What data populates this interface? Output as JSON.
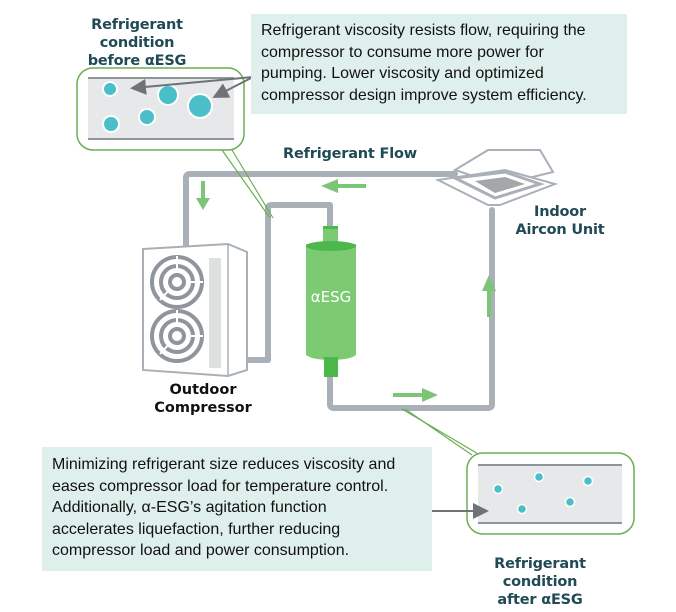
{
  "title_before": "Refrigerant condition before αESG",
  "title_before_lines": [
    "Refrigerant condition",
    "before αESG"
  ],
  "note_top_lines": [
    "Refrigerant viscosity resists flow, requiring the",
    "compressor to consume more power for",
    "pumping. Lower viscosity and optimized",
    "compressor design improve system efficiency."
  ],
  "flow_label": "Refrigerant Flow",
  "indoor_label_lines": [
    "Indoor",
    "Aircon Unit"
  ],
  "outdoor_label_lines": [
    "Outdoor",
    "Compressor"
  ],
  "device_label": "αESG",
  "note_bottom_lines": [
    "Minimizing refrigerant size reduces viscosity and",
    "eases compressor load for temperature control.",
    "Additionally, α-ESG’s agitation function",
    "accelerates liquefaction, further reducing",
    "compressor load and power consumption."
  ],
  "title_after_lines": [
    "Refrigerant condition",
    "after αESG"
  ],
  "colors": {
    "heading": "#1f4a56",
    "note_bg": "#dff0ec",
    "pipe": "#a9b0b8",
    "arrow_green": "#7cc576",
    "device_green": "#7ccb73",
    "device_dark_green": "#4cb84c",
    "particle": "#4bbfc9",
    "callout_border": "#6aae52"
  }
}
